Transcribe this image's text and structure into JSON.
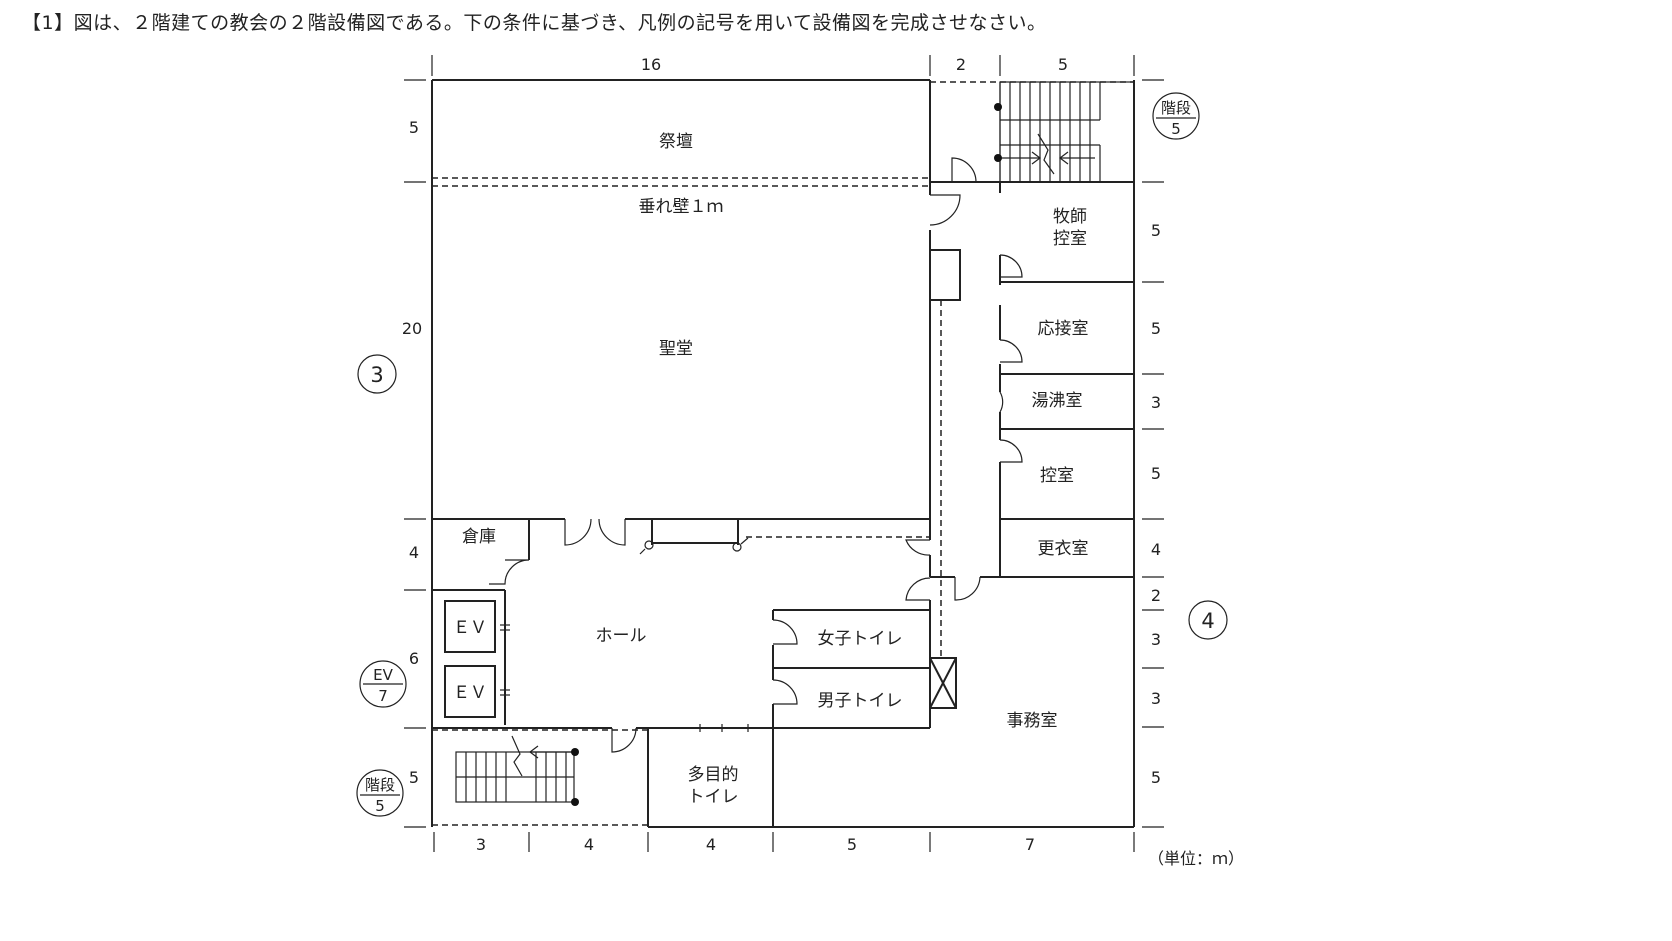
{
  "question": "【1】図は、２階建ての教会の２階設備図である。下の条件に基づき、凡例の記号を用いて設備図を完成させなさい。",
  "dimensions": {
    "top": [
      "16",
      "2",
      "5"
    ],
    "bottom": [
      "3",
      "4",
      "4",
      "5",
      "7"
    ],
    "left": [
      "5",
      "20",
      "4",
      "6",
      "5"
    ],
    "right": [
      "5",
      "5",
      "3",
      "5",
      "4",
      "2",
      "3",
      "3",
      "5"
    ]
  },
  "rooms": {
    "altar": "祭壇",
    "hanging_wall": "垂れ壁１ｍ",
    "sanctuary": "聖堂",
    "pastor_line1": "牧師",
    "pastor_line2": "控室",
    "reception": "応接室",
    "kitchenette": "湯沸室",
    "waiting": "控室",
    "changing": "更衣室",
    "storage": "倉庫",
    "hall": "ホール",
    "ev1": "ＥＶ",
    "ev2": "ＥＶ",
    "womens": "女子トイレ",
    "mens": "男子トイレ",
    "multi_line1": "多目的",
    "multi_line2": "トイレ",
    "office": "事務室"
  },
  "markers": {
    "axis3": "3",
    "axis4": "4",
    "stair_top_line1": "階段",
    "stair_top_line2": "5",
    "ev_line1": "EV",
    "ev_line2": "7",
    "stair_bottom_line1": "階段",
    "stair_bottom_line2": "5"
  },
  "unit": "（単位：ｍ）"
}
